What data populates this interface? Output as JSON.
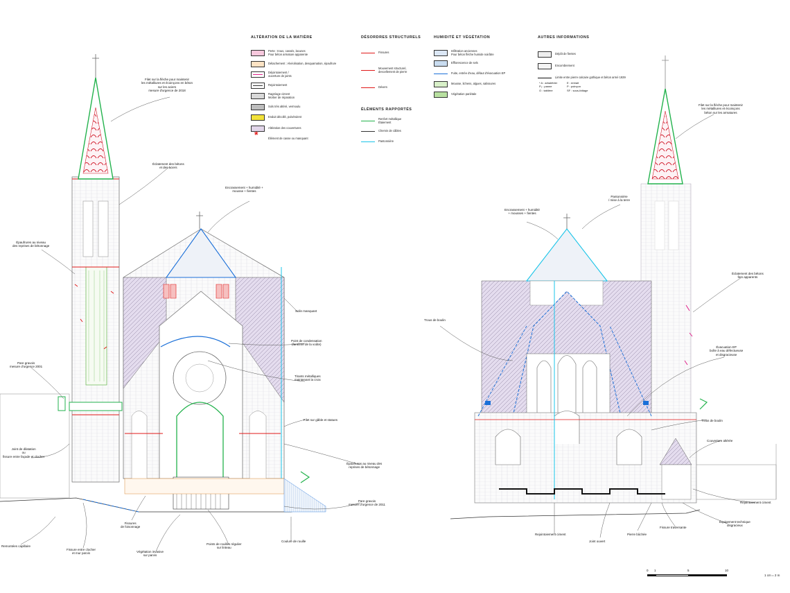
{
  "legend": {
    "col1": {
      "heading": "ALTÉRATION DE LA MATIÈRE",
      "items": [
        {
          "label": "Perte : trous, cassés, lacunes\nPour béton armature apparente",
          "fill": "#f7c8dd"
        },
        {
          "label": "Détachement : Alvéolisation, desquamation, épaufrure",
          "fill": "#fde3c4"
        },
        {
          "label": "Déjointoiement /\nouverture de joints",
          "fill": "#ffffff",
          "line": "#e0208a"
        },
        {
          "label": "Rejointoiement",
          "fill": "#ffffff",
          "line": "#333333"
        },
        {
          "label": "Ragréage ciment\nMortier de réparation",
          "fill": "#d8d8d8"
        },
        {
          "label": "Sols très altéré, vermoulu",
          "fill": "#bdbdbd"
        },
        {
          "label": "Enduit décollé, pulvérulent",
          "fill": "#f2e23a"
        },
        {
          "label": "Altération des couvertures",
          "fill": "#e2d6ea"
        },
        {
          "label": "Élément de casse ou manquant",
          "fill": "none",
          "star": "#e01818"
        }
      ]
    },
    "col2": {
      "heading": "DÉSORDRES STRUCTURELS",
      "items": [
        {
          "label": "Fissures",
          "line": "#e01818"
        },
        {
          "label": "Mouvement structurel,\ndescellement de pierre",
          "line": "#e01818"
        },
        {
          "label": "Dévers",
          "line": "#e01818"
        }
      ],
      "heading2": "ÉLÉMENTS RAPPORTÉS",
      "items2": [
        {
          "label": "Renfort métallique\nÉtaiement",
          "line": "#22b24c"
        },
        {
          "label": "Chemin de câbles",
          "line": "#333333"
        },
        {
          "label": "Pantonnière",
          "line": "#19c4e8"
        }
      ]
    },
    "col3": {
      "heading": "HUMIDITÉ ET VÉGÉTATION",
      "items": [
        {
          "label": "Infiltration anciennes\nPour béton flèche humide noirâtre",
          "fill": "#dbe7f5"
        },
        {
          "label": "Efflorescence de sels",
          "fill": "#c9dcf0"
        },
        {
          "label": "Fuite, entrée d'eau, défaut d'évacuation EP",
          "line": "#1a6fd8"
        },
        {
          "label": "Mousse, lichens, algues, salissures",
          "fill": "#d8f0c8"
        },
        {
          "label": "Végétation pariétale",
          "fill": "#b8e0a0"
        }
      ]
    },
    "col4": {
      "heading": "AUTRES INFORMATIONS",
      "items": [
        {
          "label": "Dépôt de fientes",
          "fill": "#eeeeee"
        },
        {
          "label": "Encombrement",
          "fill": "#f4f4f4"
        },
        {
          "label": "Limite entre pierre calcaire gothique et béton armé 1939",
          "line": "#111111"
        }
      ],
      "abbrev_left": "* A : arbalétrier\n   P₁ : panne\n   O : tablière",
      "abbrev_right": "E : entrait\nP : poinçon\nSF : sous-faîtage"
    }
  },
  "annotations_left": [
    "Filet sur la flèche pour maintenir\nles métalliures et écoinçons en béton\nsur les aciers\nmesure d'urgence de 2018",
    "Éclatement des bétons\net des aciers",
    "Encrassement + humidité +\nmousse + fientes",
    "Épaufrures au niveau\ndes reprises de bétonnage",
    "Solin manquant",
    "Point de condensation\n(fantôme de la voûte)",
    "Pare gravois\nmesure d'urgence 2001",
    "Tirants métalliques\nmaintenant la croix",
    "Filet sur gâble et statues",
    "Joint de dilatation\nou\nfissure entre façade et clocher",
    "Épaufrures au niveau des\nreprises de bétonnage",
    "Pare gravois\nmesure d'urgence de 2011",
    "Fissures\nde foisonnage",
    "Remontées capillaire",
    "Fissure entre clocher\net mur parvis",
    "Végétation invasive\nsur parvis",
    "Points de rouilles régulier\nsur linteau",
    "Coulure de rouille"
  ],
  "annotations_right": [
    "Filet sur la flèche pour maintenir\nles métalliures et écoinçons\nbéton sur les armatures",
    "Pantonnière\n/ mise à la terre",
    "Encrassement + humidité\n+ mousses + fientes",
    "Éclatement des bétons\nfers apparents",
    "Trous de boulin",
    "Évacuation EP\nboîte à eau défectueuse\net disgracieuse",
    "Trous de boulin",
    "Couverture altérée",
    "Rejointoiement ciment",
    "Équipement technique\ndisgracieux",
    "Rejointoiement ciment",
    "Joint ouvert",
    "Pierre bûchée",
    "Fissure traversante"
  ],
  "scale": {
    "ticks": [
      "0",
      "1",
      "5",
      "10"
    ],
    "label": "1 cm = 2 m"
  }
}
